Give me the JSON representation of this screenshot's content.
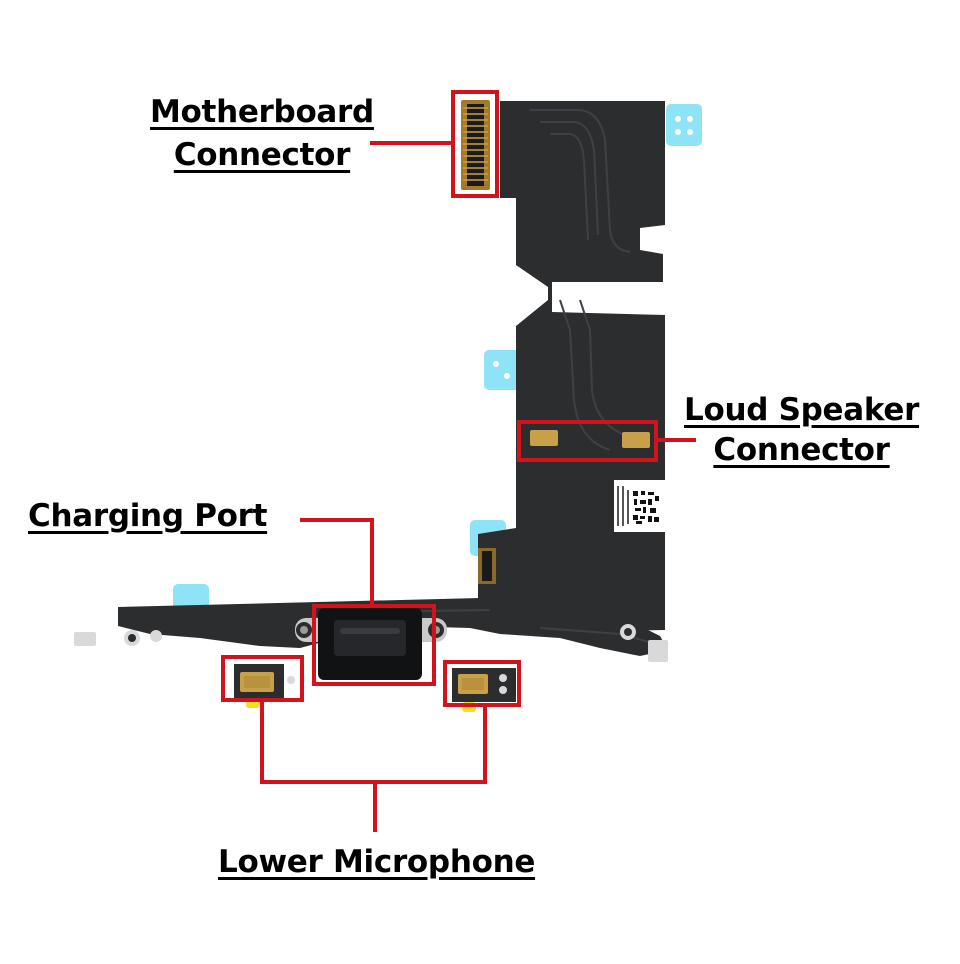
{
  "diagram": {
    "callouts": [
      {
        "id": "motherboard-connector",
        "lines": [
          "Motherboard",
          "Connector"
        ]
      },
      {
        "id": "loud-speaker-connector",
        "lines": [
          "Loud Speaker",
          "Connector"
        ]
      },
      {
        "id": "charging-port",
        "lines": [
          "Charging Port"
        ]
      },
      {
        "id": "lower-microphone",
        "lines": [
          "Lower Microphone"
        ]
      }
    ],
    "colors": {
      "highlight": "#d3131b",
      "flex_cable": "#2c2d2f",
      "flex_dark": "#1c1d1f",
      "text": "#000000",
      "stiffener_tabs": "#8fe3f7",
      "contacts": "#c9a04a"
    },
    "icons": [
      "qr-code-icon"
    ]
  }
}
